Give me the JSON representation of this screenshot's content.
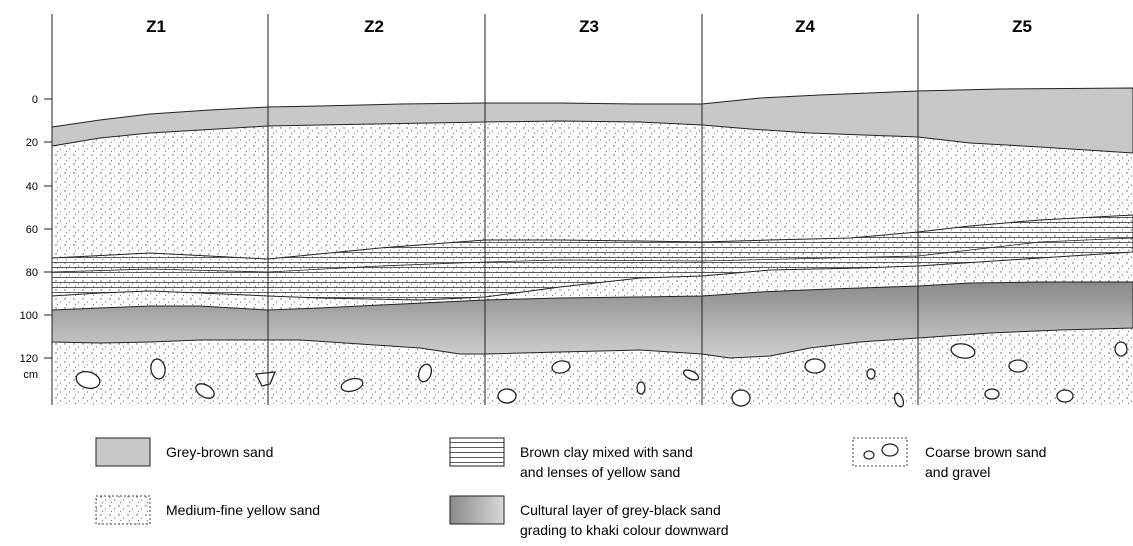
{
  "zones": [
    "Z1",
    "Z2",
    "Z3",
    "Z4",
    "Z5"
  ],
  "depth_axis": {
    "ticks": [
      "0",
      "20",
      "40",
      "60",
      "80",
      "100",
      "120"
    ],
    "unit": "cm"
  },
  "legend": {
    "grey_brown_sand": [
      "Grey-brown sand"
    ],
    "yellow_sand": [
      "Medium-fine yellow sand"
    ],
    "brown_clay": [
      "Brown clay mixed with sand",
      "and lenses of yellow sand"
    ],
    "cultural_layer": [
      "Cultural layer of grey-black sand",
      "grading to khaki colour downward"
    ],
    "coarse_sand": [
      "Coarse brown sand",
      "and gravel"
    ]
  },
  "colors": {
    "grey_brown_sand": "#c8c8c8",
    "cultural_top": "#8a8a8a",
    "cultural_bottom": "#d0d0d0",
    "line": "#222222"
  }
}
